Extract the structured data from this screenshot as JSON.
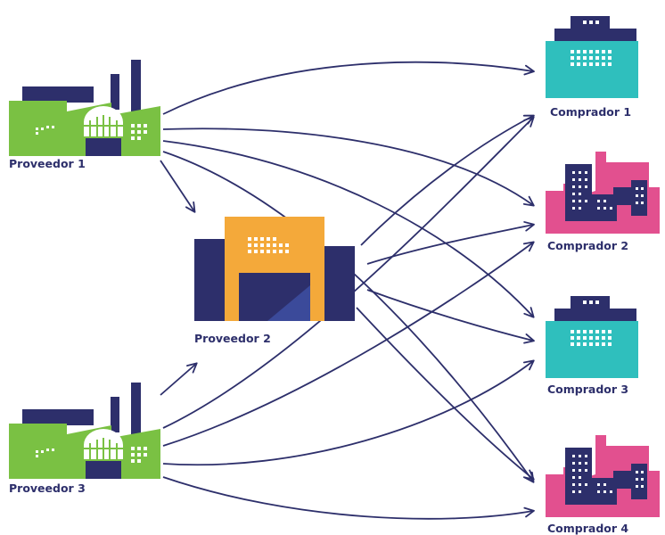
{
  "colors": {
    "navy": "#2d2f6b",
    "green": "#7ac143",
    "orange": "#f4a93a",
    "teal": "#2fbfbd",
    "pink": "#e2508f",
    "arrow": "#2d2f6b",
    "window": "#ffffff"
  },
  "nodes": {
    "proveedor_1": {
      "label": "Proveedor 1",
      "icon": "factory-icon"
    },
    "proveedor_2": {
      "label": "Proveedor 2",
      "icon": "warehouse-icon"
    },
    "proveedor_3": {
      "label": "Proveedor 3",
      "icon": "factory-icon"
    },
    "comprador_1": {
      "label": "Comprador 1",
      "icon": "store-building-icon"
    },
    "comprador_2": {
      "label": "Comprador 2",
      "icon": "city-buildings-icon"
    },
    "comprador_3": {
      "label": "Comprador 3",
      "icon": "store-building-icon"
    },
    "comprador_4": {
      "label": "Comprador 4",
      "icon": "city-buildings-icon"
    }
  },
  "edges": [
    {
      "from": "proveedor_1",
      "to": "comprador_1"
    },
    {
      "from": "proveedor_1",
      "to": "comprador_2"
    },
    {
      "from": "proveedor_1",
      "to": "comprador_3"
    },
    {
      "from": "proveedor_1",
      "to": "comprador_4"
    },
    {
      "from": "proveedor_1",
      "to": "proveedor_2"
    },
    {
      "from": "proveedor_2",
      "to": "comprador_1"
    },
    {
      "from": "proveedor_2",
      "to": "comprador_2"
    },
    {
      "from": "proveedor_2",
      "to": "comprador_3"
    },
    {
      "from": "proveedor_2",
      "to": "comprador_4"
    },
    {
      "from": "proveedor_3",
      "to": "proveedor_2"
    },
    {
      "from": "proveedor_3",
      "to": "comprador_1"
    },
    {
      "from": "proveedor_3",
      "to": "comprador_2"
    },
    {
      "from": "proveedor_3",
      "to": "comprador_3"
    },
    {
      "from": "proveedor_3",
      "to": "comprador_4"
    }
  ]
}
